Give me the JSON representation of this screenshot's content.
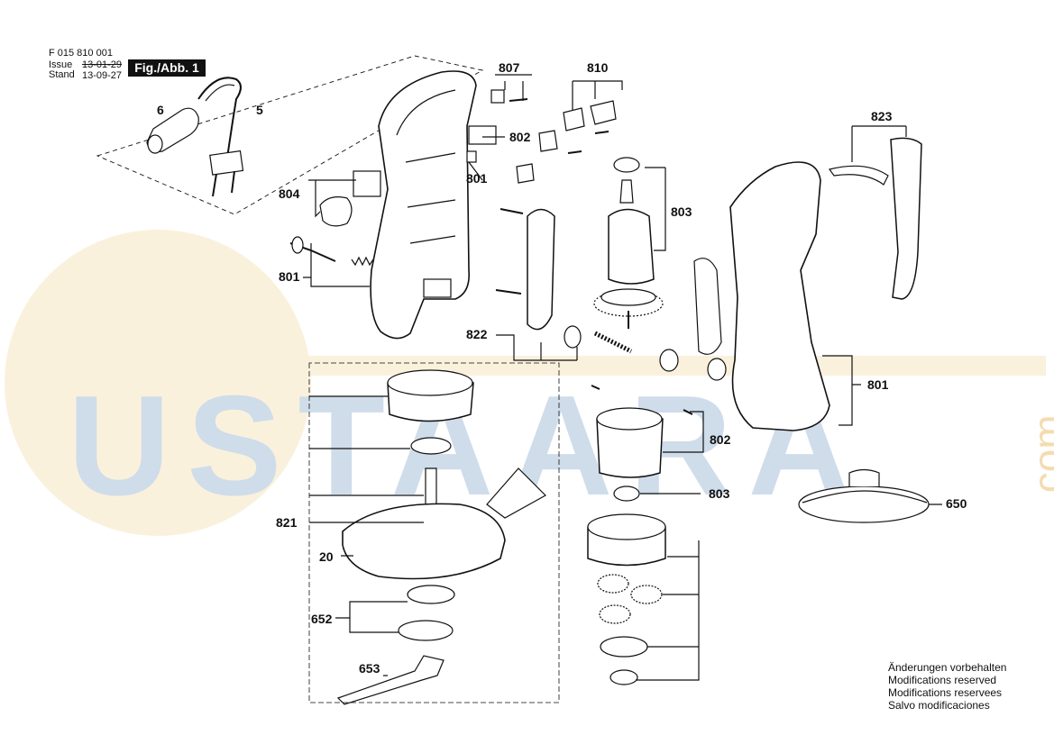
{
  "header": {
    "part_number": "F 015 810 001",
    "issue_label": "Issue",
    "stand_label": "Stand",
    "issue_date_old": "13-01-29",
    "issue_date_new": "13-09-27",
    "figure_label": "Fig./Abb. 1"
  },
  "watermark": {
    "text": "USTAARA",
    "suffix": ".com"
  },
  "parts": {
    "p6": "6",
    "p5": "5",
    "p807": "807",
    "p810": "810",
    "p802a": "802",
    "p801a": "801",
    "p804": "804",
    "p801b": "801",
    "p803a": "803",
    "p823": "823",
    "p822": "822",
    "p801c": "801",
    "p802b": "802",
    "p803b": "803",
    "p650": "650",
    "p821": "821",
    "p20": "20",
    "p652": "652",
    "p653": "653"
  },
  "notes": [
    "Änderungen vorbehalten",
    "Modifications reserved",
    "Modifications reservees",
    "Salvo modificaciones"
  ],
  "colors": {
    "ink": "#111111",
    "watermark_blue": "#cfdcea",
    "watermark_orange": "#f3dcb0"
  }
}
